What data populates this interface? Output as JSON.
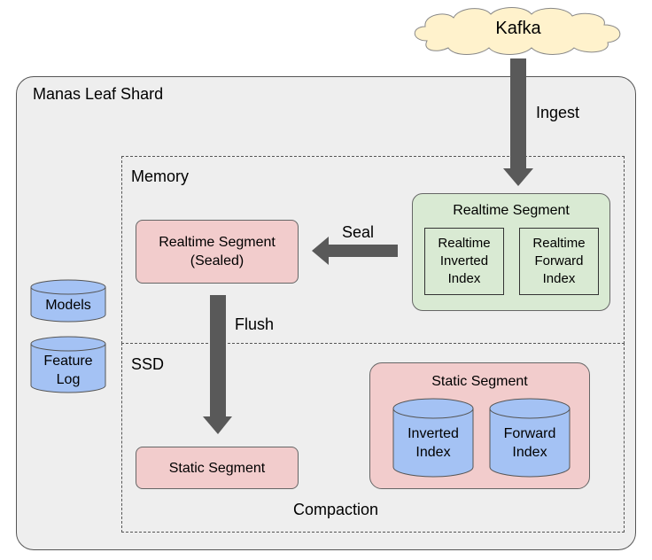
{
  "kafka": {
    "label": "Kafka"
  },
  "shard": {
    "title": "Manas Leaf Shard"
  },
  "memory": {
    "title": "Memory",
    "sealed_segment": [
      "Realtime Segment",
      "(Sealed)"
    ],
    "realtime_segment": {
      "title": "Realtime Segment",
      "inverted_index": [
        "Realtime",
        "Inverted",
        "Index"
      ],
      "forward_index": [
        "Realtime",
        "Forward",
        "Index"
      ]
    }
  },
  "ssd": {
    "title": "SSD",
    "static_segment": "Static Segment",
    "static_segment_group": {
      "title": "Static Segment",
      "inverted_index": [
        "Inverted",
        "Index"
      ],
      "forward_index": [
        "Forward",
        "Index"
      ]
    },
    "compaction_label": "Compaction"
  },
  "side": {
    "models": "Models",
    "feature_log": [
      "Feature",
      "Log"
    ]
  },
  "arrows": {
    "ingest": "Ingest",
    "seal": "Seal",
    "flush": "Flush"
  },
  "colors": {
    "shard_bg": "#eeeeee",
    "pink": "#f2cccc",
    "green": "#d9ead3",
    "cylinder": "#a4c2f4",
    "cloud": "#fff2cc",
    "arrow": "#595959"
  }
}
